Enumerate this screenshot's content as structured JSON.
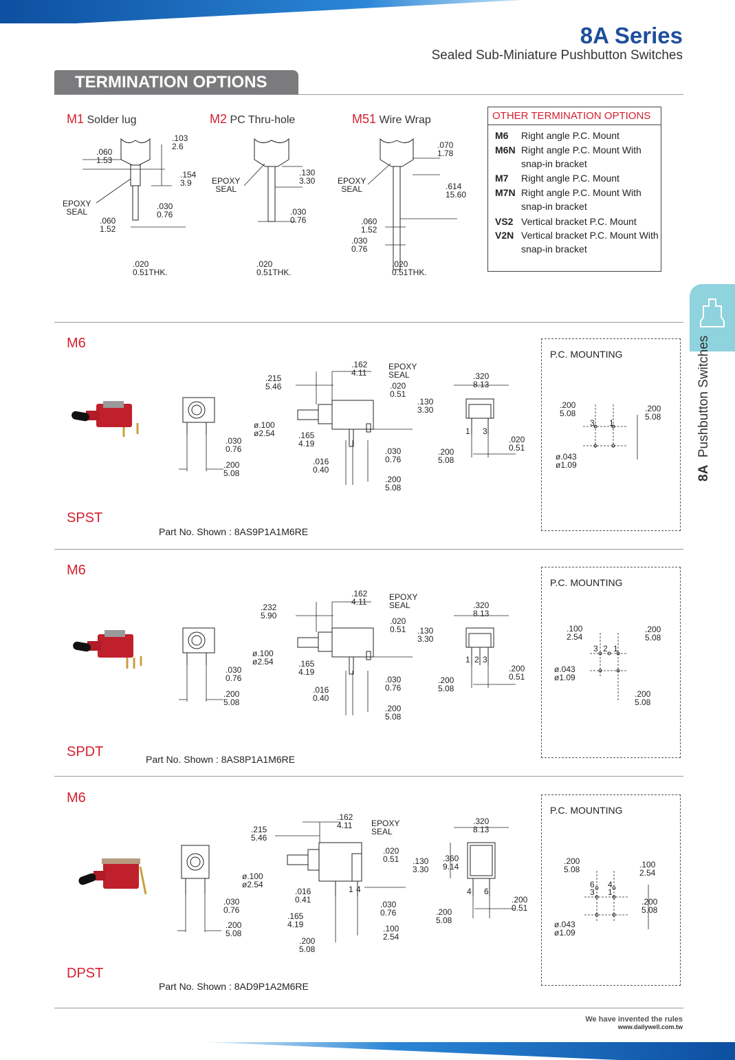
{
  "header": {
    "series_title": "8A Series",
    "subtitle": "Sealed Sub-Miniature Pushbutton Switches"
  },
  "section_header": "TERMINATION OPTIONS",
  "terminations": [
    {
      "code": "M1",
      "name": "Solder lug"
    },
    {
      "code": "M2",
      "name": "PC Thru-hole"
    },
    {
      "code": "M51",
      "name": "Wire Wrap"
    }
  ],
  "m1_dims": {
    "a": ".103",
    "a2": "2.6",
    "b": ".060",
    "b2": "1.53",
    "c": ".154",
    "c2": "3.9",
    "seal1": "EPOXY",
    "seal2": "SEAL",
    "d": ".030",
    "d2": "0.76",
    "e": ".060",
    "e2": "1.52",
    "thk1": ".020",
    "thk2": "0.51THK."
  },
  "m2_dims": {
    "seal1": "EPOXY",
    "seal2": "SEAL",
    "a": ".130",
    "a2": "3.30",
    "b": ".030",
    "b2": "0.76",
    "thk1": ".020",
    "thk2": "0.51THK."
  },
  "m51_dims": {
    "seal1": "EPOXY",
    "seal2": "SEAL",
    "a": ".070",
    "a2": "1.78",
    "b": ".614",
    "b2": "15.60",
    "c": ".060",
    "c2": "1.52",
    "d": ".030",
    "d2": "0.76",
    "thk1": ".020",
    "thk2": "0.51THK."
  },
  "other_options": {
    "title": "OTHER TERMINATION OPTIONS",
    "items": [
      {
        "code": "M6",
        "desc": "Right angle P.C. Mount"
      },
      {
        "code": "M6N",
        "desc": "Right angle P.C. Mount With snap-in bracket"
      },
      {
        "code": "M7",
        "desc": "Right angle P.C. Mount"
      },
      {
        "code": "M7N",
        "desc": "Right angle P.C. Mount With snap-in bracket"
      },
      {
        "code": "VS2",
        "desc": "Vertical bracket P.C. Mount"
      },
      {
        "code": "V2N",
        "desc": "Vertical bracket P.C. Mount With snap-in bracket"
      }
    ]
  },
  "sections": [
    {
      "code": "M6",
      "type": "SPST",
      "part_label": "Part No. Shown : 8AS9P1A1M6RE",
      "dims": {
        "a": ".215",
        "a2": "5.46",
        "b": ".162",
        "b2": "4.11",
        "seal1": "EPOXY",
        "seal2": "SEAL",
        "c": ".020",
        "c2": "0.51",
        "d": ".130",
        "d2": "3.30",
        "e": "ø.100",
        "e2": "ø2.54",
        "f": ".165",
        "f2": "4.19",
        "g": ".030",
        "g2": "0.76",
        "h": ".016",
        "h2": "0.40",
        "i": ".200",
        "i2": "5.08",
        "j": ".030",
        "j2": "0.76",
        "k": ".200",
        "k2": "5.08",
        "l": ".320",
        "l2": "8.13",
        "m": ".200",
        "m2": "5.08",
        "n": ".020",
        "n2": "0.51",
        "pins": [
          "1",
          "3"
        ]
      },
      "pc": {
        "label": "P.C. MOUNTING",
        "a": ".200",
        "a2": "5.08",
        "b": ".200",
        "b2": "5.08",
        "c": "ø.043",
        "c2": "ø1.09",
        "pins": [
          "3",
          "1"
        ]
      }
    },
    {
      "code": "M6",
      "type": "SPDT",
      "part_label": "Part No. Shown : 8AS8P1A1M6RE",
      "dims": {
        "a": ".232",
        "a2": "5.90",
        "b": ".162",
        "b2": "4.11",
        "seal1": "EPOXY",
        "seal2": "SEAL",
        "c": ".020",
        "c2": "0.51",
        "d": ".130",
        "d2": "3.30",
        "e": "ø.100",
        "e2": "ø2.54",
        "f": ".165",
        "f2": "4.19",
        "g": ".030",
        "g2": "0.76",
        "h": ".016",
        "h2": "0.40",
        "i": ".200",
        "i2": "5.08",
        "j": ".030",
        "j2": "0.76",
        "k": ".200",
        "k2": "5.08",
        "l": ".320",
        "l2": "8.13",
        "m": ".200",
        "m2": "5.08",
        "n": ".200",
        "n2": "0.51",
        "pins": [
          "1",
          "2",
          "3"
        ]
      },
      "pc": {
        "label": "P.C. MOUNTING",
        "a": ".100",
        "a2": "2.54",
        "b": ".200",
        "b2": "5.08",
        "c": "ø.043",
        "c2": "ø1.09",
        "d": ".200",
        "d2": "5.08",
        "pins": [
          "3",
          "2",
          "1"
        ]
      }
    },
    {
      "code": "M6",
      "type": "DPST",
      "part_label": "Part No. Shown : 8AD9P1A2M6RE",
      "dims": {
        "a": ".215",
        "a2": "5.46",
        "b": ".162",
        "b2": "4.11",
        "seal1": "EPOXY",
        "seal2": "SEAL",
        "c": ".020",
        "c2": "0.51",
        "d": ".130",
        "d2": "3.30",
        "e": "ø.100",
        "e2": "ø2.54",
        "f": ".016",
        "f2": "0.41",
        "g": ".165",
        "g2": "4.19",
        "h": ".030",
        "h2": "0.76",
        "i": ".200",
        "i2": "5.08",
        "j": ".100",
        "j2": "2.54",
        "k": ".030",
        "k2": "0.76",
        "l": ".200",
        "l2": "5.08",
        "m": ".320",
        "m2": "8.13",
        "n": ".360",
        "n2": "9.14",
        "o": ".200",
        "o2": "5.08",
        "p": ".200",
        "p2": "0.51",
        "pins": [
          "1",
          "4",
          "4",
          "6"
        ]
      },
      "pc": {
        "label": "P.C. MOUNTING",
        "a": ".200",
        "a2": "5.08",
        "b": ".100",
        "b2": "2.54",
        "c": ".200",
        "c2": "5.08",
        "d": "ø.043",
        "d2": "ø1.09",
        "pins": [
          "6",
          "3",
          "4",
          "1"
        ]
      }
    }
  ],
  "side_tab": {
    "bold": "8A",
    "text": "Pushbutton Switches"
  },
  "footer": {
    "slogan": "We have invented the rules",
    "url": "www.dailywell.com.tw"
  },
  "colors": {
    "accent_red": "#d32030",
    "title_blue": "#1f4e9c",
    "band_blue": "#1a6fc9",
    "tab_cyan": "#8fd3df",
    "header_gray": "#7b7b7d"
  }
}
